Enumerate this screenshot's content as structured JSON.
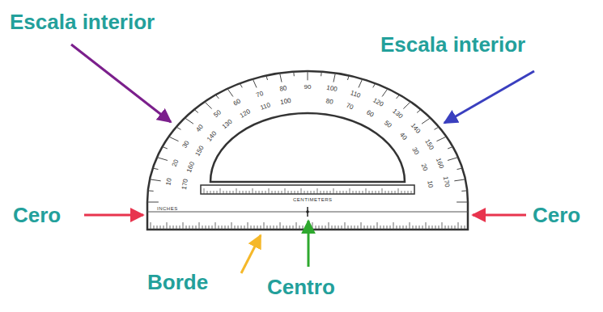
{
  "diagram": {
    "labels": [
      "Escala interior",
      "Escala interior",
      "Cero",
      "Cero",
      "Borde",
      "Centro",
      "CENTIMETERS",
      "INCHES",
      "10",
      "20",
      "30",
      "40",
      "50",
      "60",
      "70",
      "80",
      "90",
      "100",
      "110",
      "120",
      "130",
      "140",
      "150",
      "160",
      "170",
      "170",
      "160",
      "150",
      "140",
      "130",
      "120",
      "110",
      "100",
      "80",
      "70",
      "60",
      "50",
      "40",
      "30",
      "20",
      "10"
    ]
  }
}
